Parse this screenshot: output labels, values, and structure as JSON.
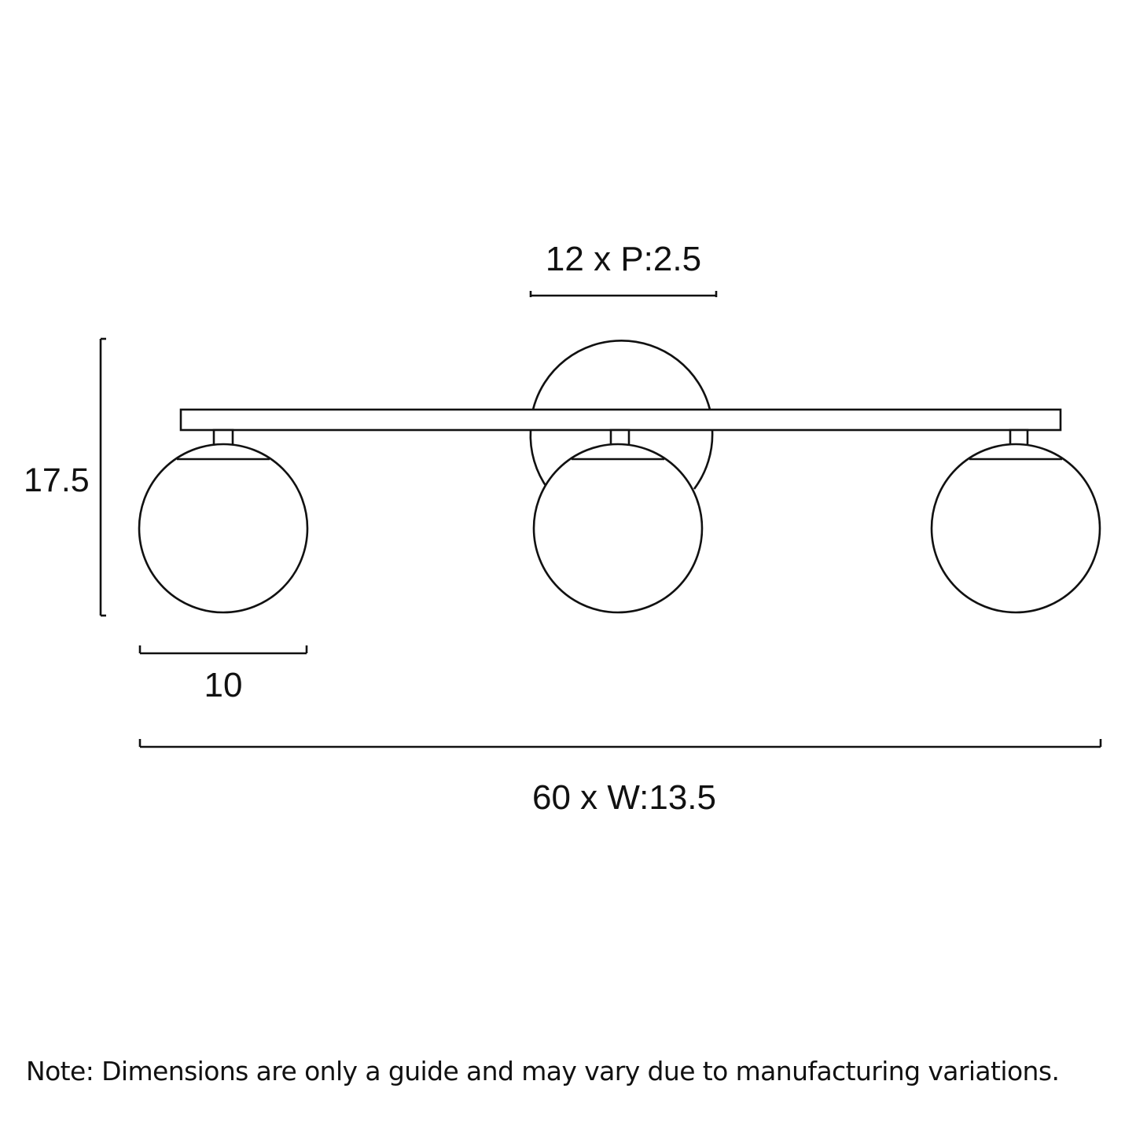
{
  "diagram": {
    "type": "product-dimension-drawing",
    "subject": "3-light globe wall/ceiling bar fixture",
    "line_color": "#111111",
    "background_color": "#ffffff",
    "dimensions": {
      "backplate": "12 x P:2.5",
      "height": "17.5",
      "globe_width": "10",
      "overall_width": "60 x W:13.5"
    },
    "components": {
      "bar": {
        "count": 1
      },
      "backplate": {
        "count": 1,
        "shape": "circle"
      },
      "globes": {
        "count": 3,
        "shape": "sphere with cap"
      }
    },
    "note": "Note: Dimensions are only a guide and may vary due to manufacturing variations."
  }
}
